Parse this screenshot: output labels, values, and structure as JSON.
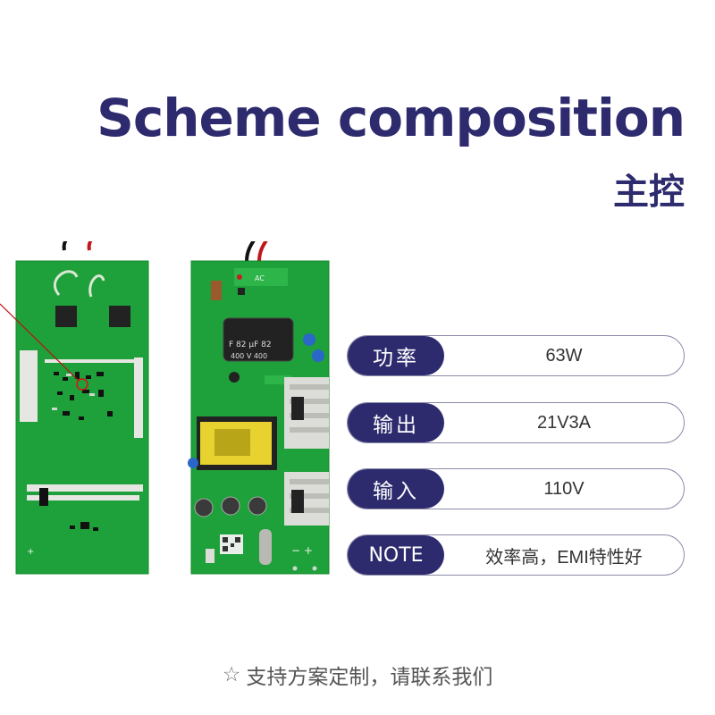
{
  "header": {
    "title": "Scheme composition",
    "subtitle": "主控"
  },
  "specs": [
    {
      "label": "功率",
      "value": "63W"
    },
    {
      "label": "输出",
      "value": "21V3A"
    },
    {
      "label": "输入",
      "value": "110V"
    },
    {
      "label": "NOTE",
      "value": "效率高，EMI特性好"
    }
  ],
  "photo": {
    "left_board": {
      "silk": "+ "
    },
    "right_board": {
      "capacitor_text": "F 82 µF 82",
      "capacitor_text2": "400 V 400",
      "ac_label": "AC",
      "minus_plus": "− +"
    }
  },
  "footer": {
    "icon": "star-icon",
    "text": "支持方案定制，请联系我们"
  },
  "colors": {
    "brand": "#2d2a6e",
    "pcb": "#1f9d3a"
  }
}
